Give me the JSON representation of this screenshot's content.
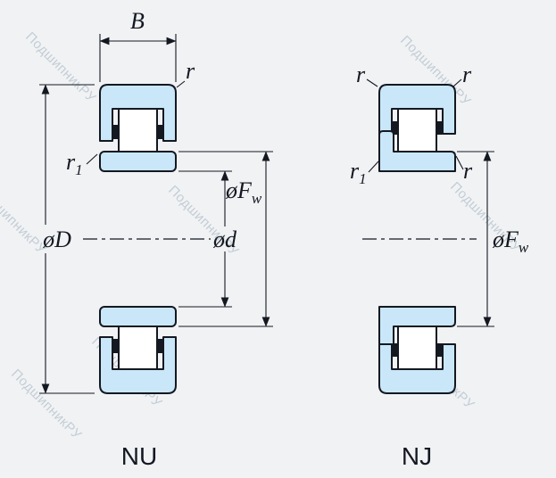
{
  "colors": {
    "background": "#f1f2f4",
    "bearing_fill": "#c9e7f8",
    "line": "#141821",
    "watermark": "#9db0bd"
  },
  "watermark_text": "ПодшипникРУ",
  "views": {
    "left": {
      "title": "NU",
      "dim_B": "B",
      "dim_r_top": "r",
      "dim_r1_base": "r",
      "dim_r1_sub": "1",
      "dim_oD": "øD",
      "dim_od": "ød",
      "dim_oFw_base": "øF",
      "dim_oFw_sub": "w"
    },
    "right": {
      "title": "NJ",
      "dim_r_top_left": "r",
      "dim_r_top_right": "r",
      "dim_r1_base": "r",
      "dim_r1_sub": "1",
      "dim_r_mid_right": "r",
      "dim_oFw_base": "øF",
      "dim_oFw_sub": "w"
    }
  }
}
